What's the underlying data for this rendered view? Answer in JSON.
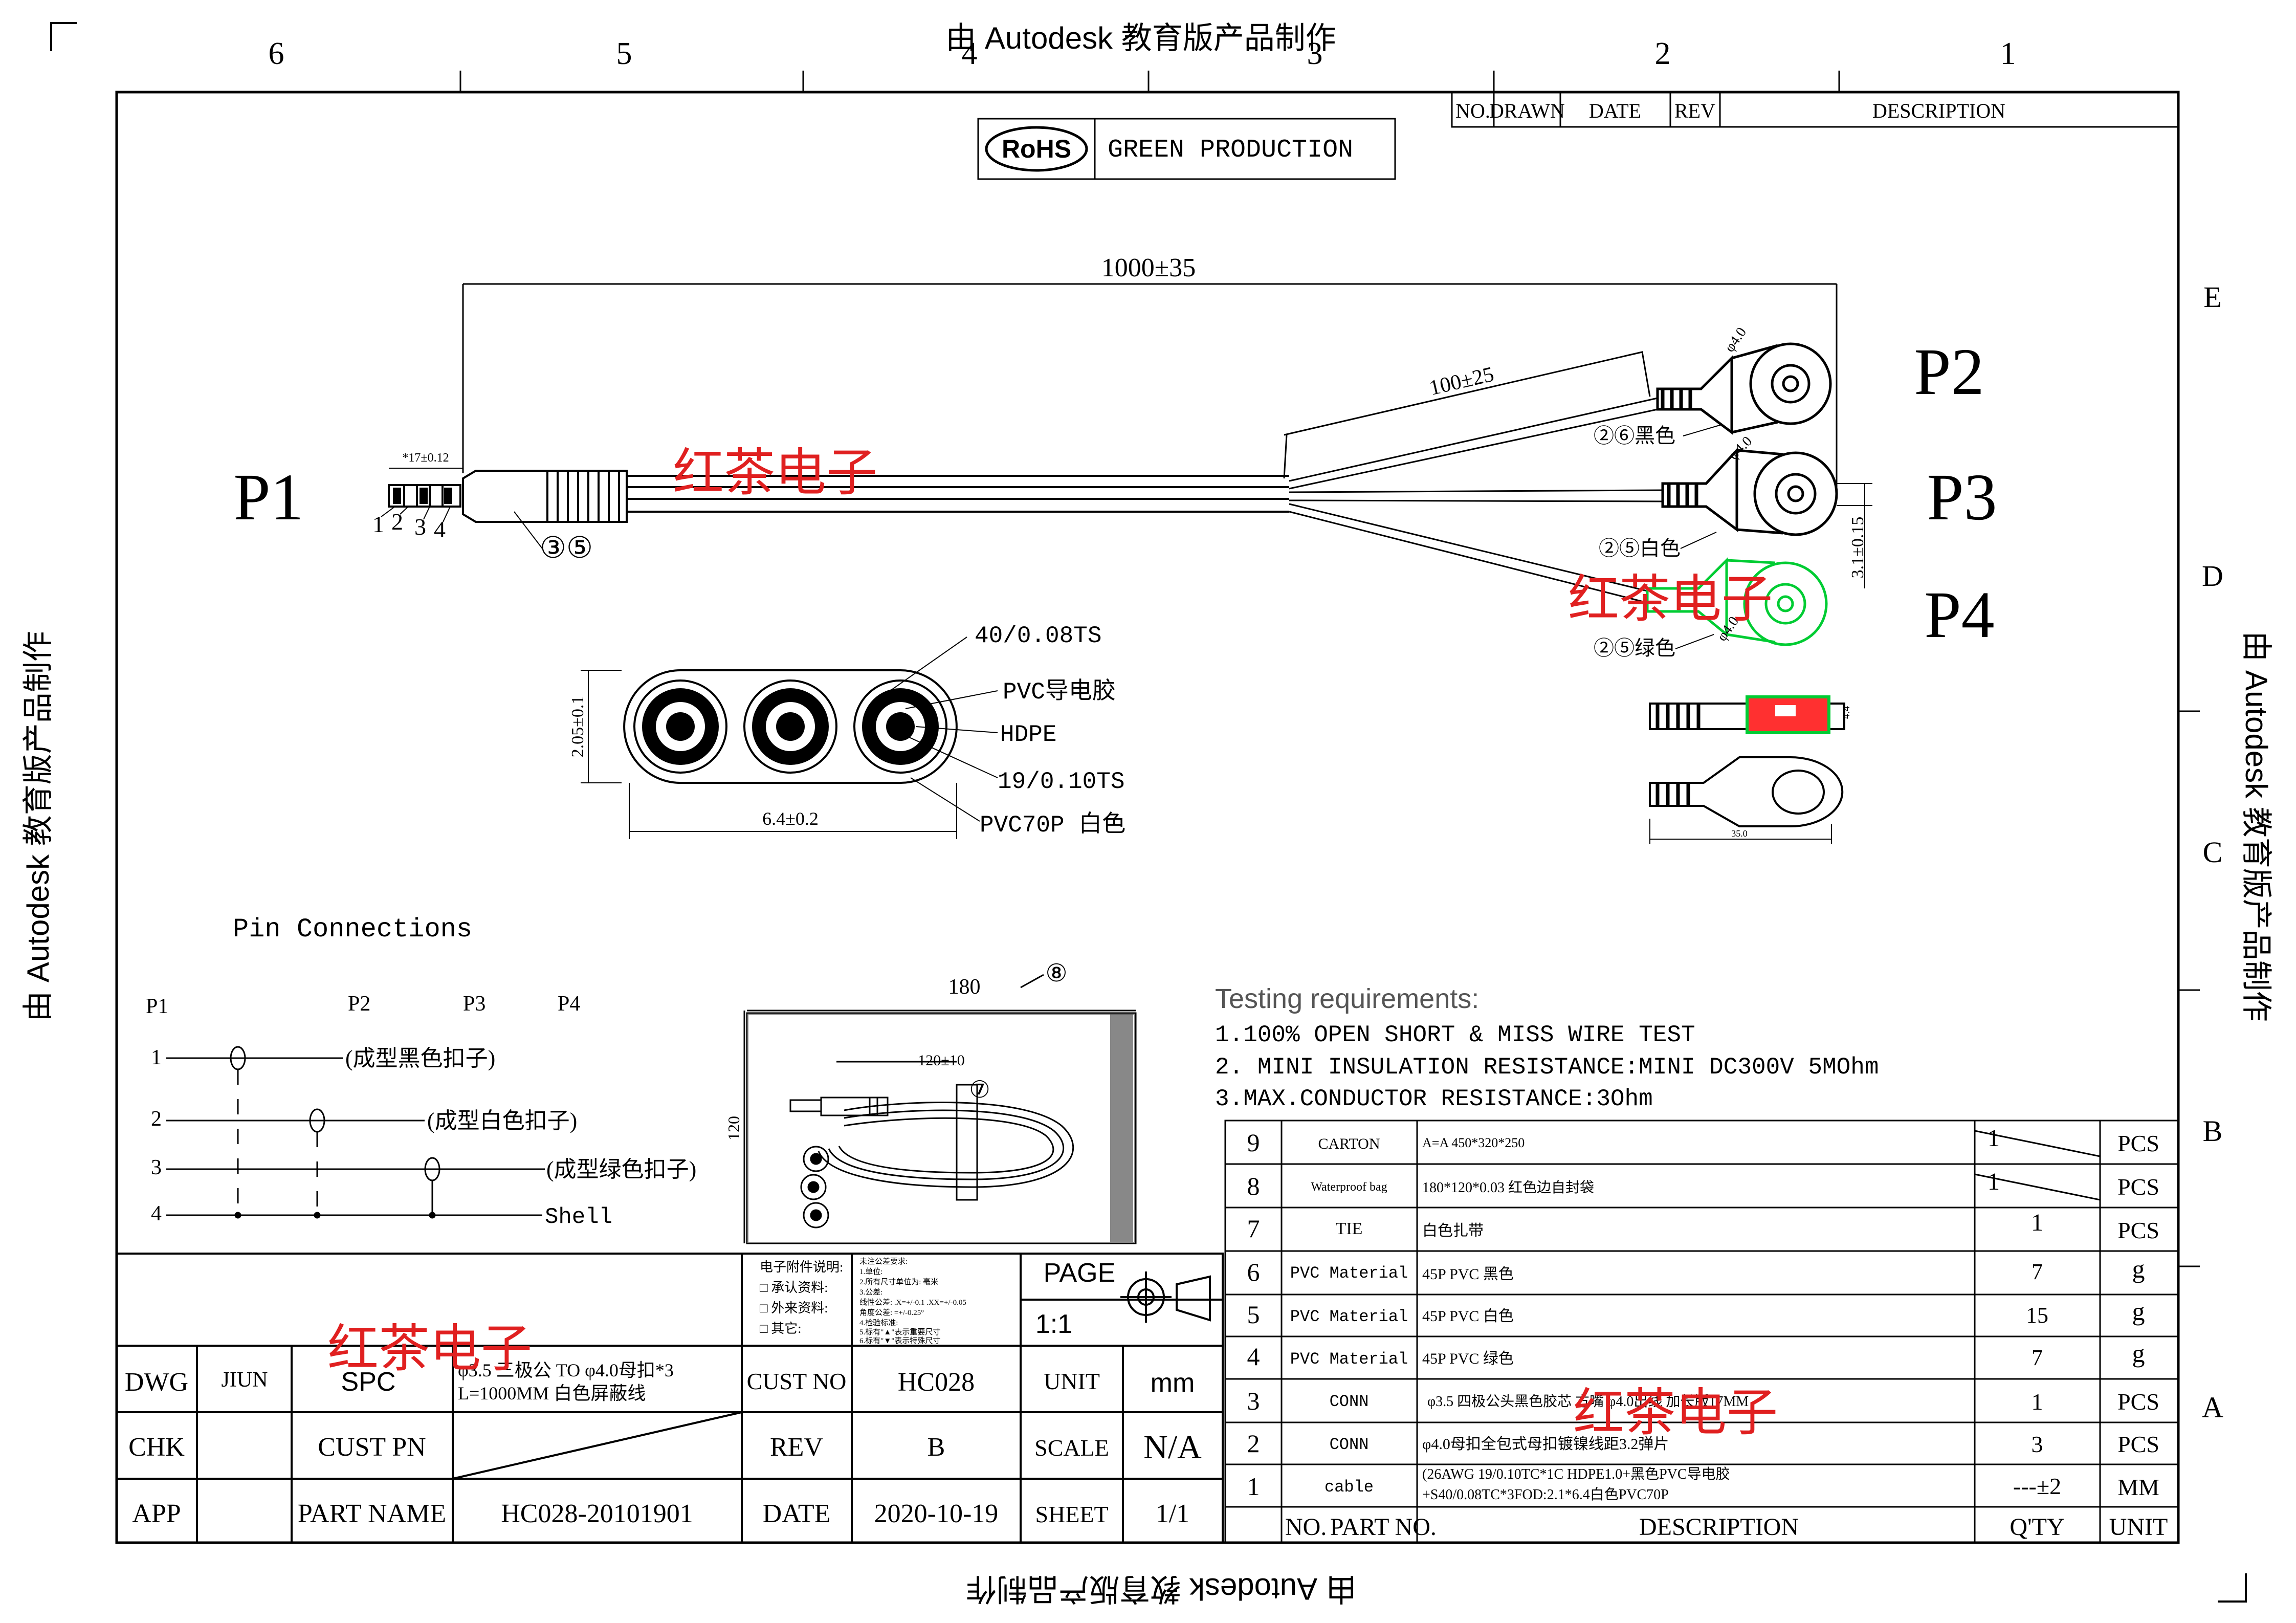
{
  "watermark": {
    "autodesk": "由 Autodesk 教育版产品制作",
    "brand": "红茶电子"
  },
  "zones": {
    "columns": [
      "6",
      "5",
      "4",
      "3",
      "2",
      "1"
    ],
    "rows": [
      "E",
      "D",
      "C",
      "B",
      "A"
    ]
  },
  "revision_header": {
    "no": "NO.",
    "drawn": "DRAWN",
    "date": "DATE",
    "rev": "REV",
    "description": "DESCRIPTION"
  },
  "rohs": {
    "badge": "RoHS",
    "text": "GREEN  PRODUCTION"
  },
  "cable": {
    "p1": "P1",
    "p2": "P2",
    "p3": "P3",
    "p4": "P4",
    "length_dim": "1000±35",
    "branch_dim": "100±25",
    "plug_dim": "*17±0.12",
    "pins": [
      "1",
      "2",
      "3",
      "4"
    ],
    "plug_callout": "③⑤",
    "p2_callout": "②⑥黑色",
    "p3_callout": "②⑤白色",
    "p4_callout": "②⑤绿色",
    "snap_dia": "φ4.0",
    "offset_dim": "3.1±0.15",
    "side_dim": "4.4",
    "bottom_dim": "35.0"
  },
  "cross_section": {
    "outer": "40/0.08TS",
    "pvc_conductive": "PVC导电胶",
    "hdpe": "HDPE",
    "conductor": "19/0.10TS",
    "jacket": "PVC70P  白色",
    "height": "2.05±0.1",
    "width": "6.4±0.2"
  },
  "pin_connections": {
    "title": "Pin Connections",
    "headers": [
      "P1",
      "P2",
      "P3",
      "P4"
    ],
    "rows": [
      {
        "pin": "1",
        "label": "(成型黑色扣子)"
      },
      {
        "pin": "2",
        "label": "(成型白色扣子)"
      },
      {
        "pin": "3",
        "label": "(成型绿色扣子)"
      },
      {
        "pin": "4",
        "label": "Shell"
      }
    ]
  },
  "package": {
    "width": "180",
    "height": "120",
    "coil": "120±10",
    "bag_callout": "⑧",
    "tie_callout": "⑦"
  },
  "testing": {
    "title": "Testing requirements:",
    "items": [
      "1.100% OPEN SHORT & MISS WIRE TEST",
      "2. MINI INSULATION RESISTANCE:MINI DC300V 5MOhm",
      "3.MAX.CONDUCTOR RESISTANCE:3Ohm"
    ]
  },
  "bom": {
    "headers": {
      "no": "NO.",
      "part": "PART NO.",
      "description": "DESCRIPTION",
      "qty": "Q'TY",
      "unit": "UNIT"
    },
    "rows": [
      {
        "no": "9",
        "part": "CARTON",
        "desc": "A=A 450*320*250",
        "qty": "1",
        "unit": "PCS"
      },
      {
        "no": "8",
        "part": "Waterproof bag",
        "desc": "180*120*0.03 红色边自封袋",
        "qty": "1",
        "unit": "PCS"
      },
      {
        "no": "7",
        "part": "TIE",
        "desc": "白色扎带",
        "qty": "1",
        "unit": "PCS"
      },
      {
        "no": "6",
        "part": "PVC Material",
        "desc": "45P PVC 黑色",
        "qty": "7",
        "unit": "g"
      },
      {
        "no": "5",
        "part": "PVC Material",
        "desc": "45P PVC 白色",
        "qty": "15",
        "unit": "g"
      },
      {
        "no": "4",
        "part": "PVC Material",
        "desc": "45P PVC 绿色",
        "qty": "7",
        "unit": "g"
      },
      {
        "no": "3",
        "part": "CONN",
        "desc": "φ3.5 四极公头黑色胶芯 方嘴 φ4.0出线 加长版17MM",
        "qty": "1",
        "unit": "PCS"
      },
      {
        "no": "2",
        "part": "CONN",
        "desc": "φ4.0母扣全包式母扣镀镍线距3.2弹片",
        "qty": "3",
        "unit": "PCS"
      },
      {
        "no": "1",
        "part": "cable",
        "desc": "(26AWG 19/0.10TC*1C HDPE1.0+黑色PVC导电胶",
        "desc2": "+S40/0.08TC*3FOD:2.1*6.4白色PVC70P",
        "qty": "---±2",
        "unit": "MM"
      }
    ]
  },
  "notes_box": {
    "line1": "电子附件说明:",
    "line2": "□ 承认资料:",
    "line3": "□ 外来资料:",
    "line4": "□ 其它:",
    "tol_title": "未注公差要求:",
    "tol1": "1.单位:",
    "tol2": "2.所有尺寸单位为: 毫米",
    "tol3": "3.公差:",
    "tol4": "线性公差: .X=+/-0.1  .XX=+/-0.05",
    "tol5": "角度公差: =+/-0.25°",
    "tol6": "4.检验标准:",
    "tol7": "5.标有\"▲\"表示重要尺寸",
    "tol8": "6.标有\"▼\"表示特殊尺寸"
  },
  "title_block": {
    "page_label": "PAGE",
    "page_value": "1:1",
    "dwg": "DWG",
    "dwg_by": "JIUN",
    "spc": "SPC",
    "desc1": "φ3.5 三极公 TO  φ4.0母扣*3",
    "desc2": "L=1000MM 白色屏蔽线",
    "cust_no_label": "CUST NO",
    "cust_no": "HC028",
    "unit_label": "UNIT",
    "unit": "mm",
    "chk": "CHK",
    "cust_pn_label": "CUST PN",
    "rev_label": "REV",
    "rev": "B",
    "scale_label": "SCALE",
    "scale": "N/A",
    "app": "APP",
    "part_name_label": "PART NAME",
    "part_name": "HC028-20101901",
    "date_label": "DATE",
    "date": "2020-10-19",
    "sheet_label": "SHEET",
    "sheet": "1/1"
  }
}
